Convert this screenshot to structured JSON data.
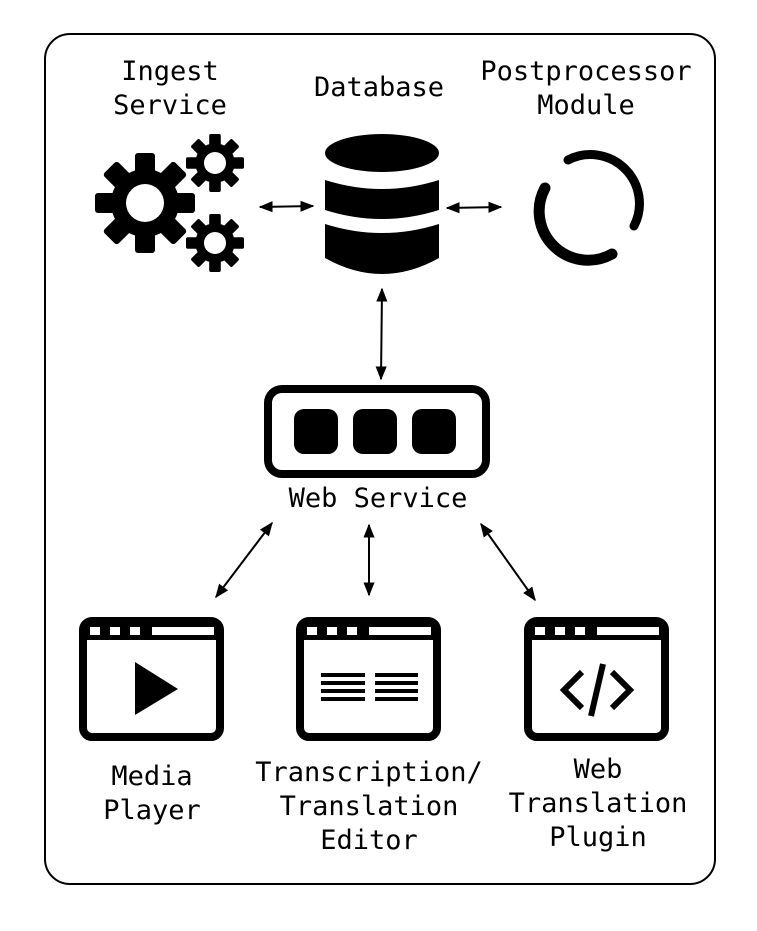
{
  "nodes": {
    "ingest": {
      "line1": "Ingest",
      "line2": "Service",
      "icon": "gears-icon"
    },
    "database": {
      "line1": "Database",
      "icon": "database-icon"
    },
    "postprocessor": {
      "line1": "Postprocessor",
      "line2": "Module",
      "icon": "loading-ring-icon"
    },
    "web_service": {
      "line1": "Web Service",
      "icon": "server-icon"
    },
    "media_player": {
      "line1": "Media",
      "line2": "Player",
      "icon": "video-window-icon"
    },
    "editor": {
      "line1": "Transcription/",
      "line2": "Translation",
      "line3": "Editor",
      "icon": "document-window-icon"
    },
    "plugin": {
      "line1": "Web",
      "line2": "Translation",
      "line3": "Plugin",
      "icon": "code-window-icon"
    }
  },
  "edges": [
    {
      "from": "ingest",
      "to": "database",
      "direction": "both"
    },
    {
      "from": "database",
      "to": "postprocessor",
      "direction": "both"
    },
    {
      "from": "database",
      "to": "web_service",
      "direction": "both"
    },
    {
      "from": "web_service",
      "to": "media_player",
      "direction": "both"
    },
    {
      "from": "web_service",
      "to": "editor",
      "direction": "both"
    },
    {
      "from": "web_service",
      "to": "plugin",
      "direction": "both"
    }
  ],
  "colors": {
    "stroke": "#000000",
    "background": "#ffffff"
  }
}
